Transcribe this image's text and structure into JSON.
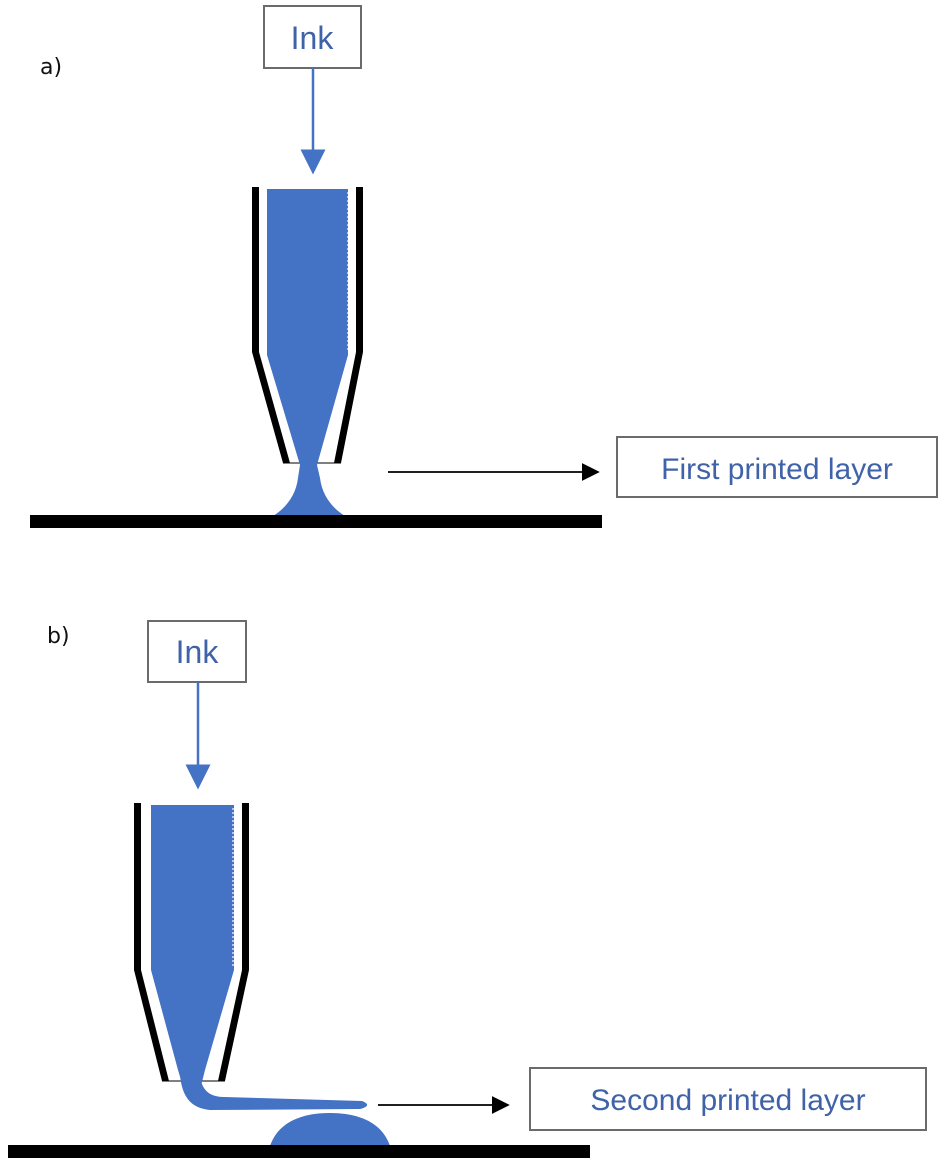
{
  "diagram": {
    "panels": [
      {
        "label": "a)",
        "ink_label": "Ink",
        "layer_label": "First printed layer"
      },
      {
        "label": "b)",
        "ink_label": "Ink",
        "layer_label": "Second printed layer"
      }
    ],
    "colors": {
      "ink": "#4472c4",
      "text": "#3f62a8",
      "outline": "#000000",
      "box_border": "#6b6b6b",
      "background": "#ffffff"
    }
  }
}
